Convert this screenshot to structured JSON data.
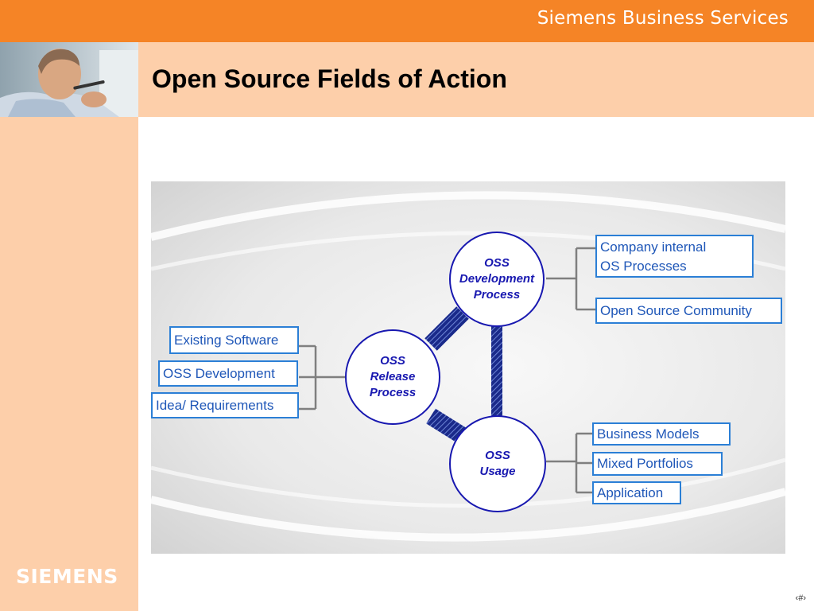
{
  "header": {
    "brand": "Siemens Business Services",
    "title": "Open Source Fields of Action"
  },
  "sidebar": {
    "logo_text": "SIEMENS",
    "photo_icon": "person-photo"
  },
  "diagram": {
    "nodes": {
      "development": "OSS\nDevelopment\nProcess",
      "release": "OSS\nRelease\nProcess",
      "usage": "OSS\nUsage"
    },
    "left_boxes": [
      "Existing Software",
      "OSS Development",
      "Idea/ Requirements"
    ],
    "top_right_boxes": [
      "Company internal\n OS Processes",
      "Open Source Community"
    ],
    "bottom_right_boxes": [
      "Business Models",
      "Mixed Portfolios",
      "Application"
    ]
  },
  "footer": {
    "page_number": "‹#›"
  },
  "colors": {
    "header_orange": "#f58426",
    "band_peach": "#fdcfaa",
    "node_blue": "#1818b0",
    "box_border": "#2b7fd6",
    "box_text": "#1f57b8"
  }
}
